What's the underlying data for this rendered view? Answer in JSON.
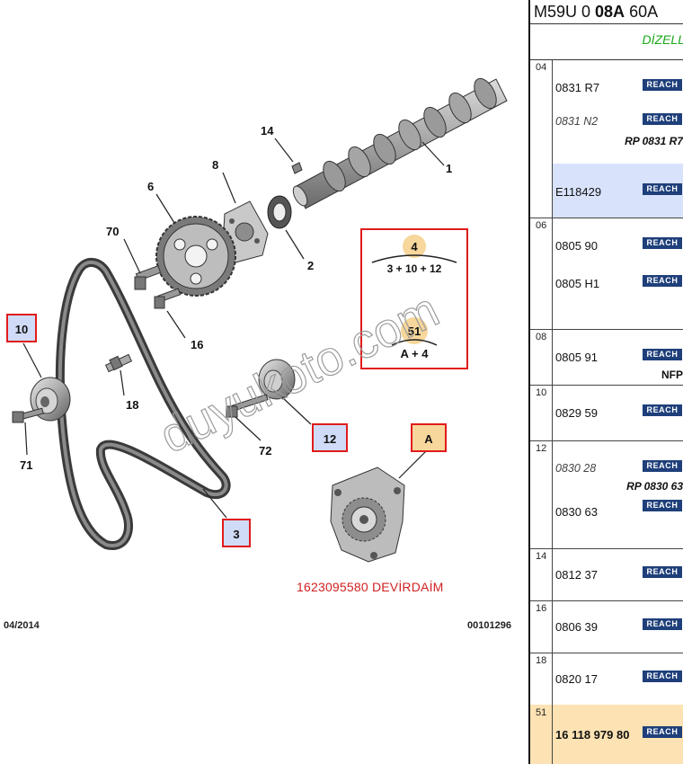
{
  "diagram": {
    "callouts": {
      "c1": "1",
      "c2": "2",
      "c3": "3",
      "c6": "6",
      "c8": "8",
      "c10": "10",
      "c12": "12",
      "c14": "14",
      "c16": "16",
      "c18": "18",
      "c70": "70",
      "c71": "71",
      "c72": "72",
      "cA": "A"
    },
    "kit_box": {
      "kit_num": "4",
      "kit_formula": "3 + 10 + 12",
      "kit2_num": "51",
      "kit2_formula": "A + 4"
    },
    "watermark": "duyukoto.com",
    "pump_caption": "1623095580 DEVİRDAİM",
    "sheet_date": "04/2014",
    "sheet_number": "00101296"
  },
  "panel": {
    "model_code_a": "M59U 0 ",
    "model_code_b": "08A",
    "model_code_c": " 60A",
    "fuel_label": "DİZELL",
    "badge_label": "REACH",
    "groups": [
      {
        "num": "04",
        "rows": [
          {
            "ref": "0831 R7"
          },
          {
            "ref": "0831 N2",
            "note": "RP 0831 R7"
          },
          {
            "ref": "E118429"
          }
        ]
      },
      {
        "num": "06",
        "rows": [
          {
            "ref": "0805 90"
          },
          {
            "ref": "0805 H1"
          }
        ]
      },
      {
        "num": "08",
        "rows": [
          {
            "ref": "0805 91",
            "note": "NFP"
          }
        ]
      },
      {
        "num": "10",
        "rows": [
          {
            "ref": "0829 59"
          }
        ]
      },
      {
        "num": "12",
        "rows": [
          {
            "ref": "0830 28",
            "note": "RP 0830 63"
          },
          {
            "ref": "0830 63"
          }
        ]
      },
      {
        "num": "14",
        "rows": [
          {
            "ref": "0812 37"
          }
        ]
      },
      {
        "num": "16",
        "rows": [
          {
            "ref": "0806 39"
          }
        ]
      },
      {
        "num": "18",
        "rows": [
          {
            "ref": "0820 17"
          }
        ]
      },
      {
        "num": "51",
        "rows": [
          {
            "ref": "16 118 979 80"
          }
        ]
      }
    ]
  },
  "colors": {
    "callout_box": "#e01b1b",
    "callout_fill": "#d0dcf7",
    "kit_circle": "#f7d79b",
    "badge": "#1e3f7a",
    "fuel": "#1aa81a",
    "caption": "#d12020"
  }
}
